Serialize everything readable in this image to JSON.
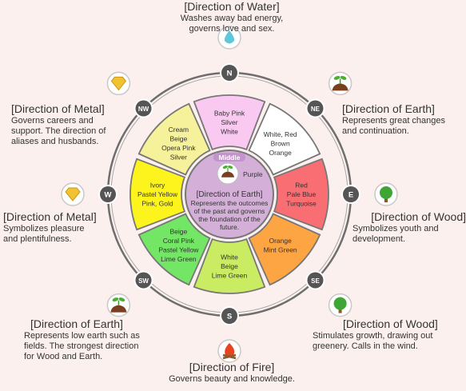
{
  "center": {
    "badge": "Middle",
    "color_name": "Purple",
    "title": "[Direction of Earth]",
    "text": "Represents the outcomes of the past and governs the foundation of the future."
  },
  "directions": [
    {
      "id": "n",
      "abbr": "N",
      "colors": "Baby Pink\nSilver\nWhite",
      "fill": "#f9c9f2",
      "icon": "water-drop-icon",
      "title": "[Direction of Water]",
      "text": "Washes away bad energy,\ngoverns love and sex."
    },
    {
      "id": "ne",
      "abbr": "NE",
      "colors": "White, Red\nBrown\nOrange",
      "fill": "#ffffff",
      "icon": "earth-sprout-icon",
      "title": "[Direction of Earth]",
      "text": "Represents great changes\nand continuation."
    },
    {
      "id": "e",
      "abbr": "E",
      "colors": "Red\nPale Blue\nTurquoise",
      "fill": "#f86e72",
      "icon": "tree-icon",
      "title": "[Direction of Wood]",
      "text": "Symbolizes youth and\ndevelopment."
    },
    {
      "id": "se",
      "abbr": "SE",
      "colors": "Orange\nMint Green",
      "fill": "#fda543",
      "icon": "tree-icon",
      "title": "[Direction of Wood]",
      "text": "Stimulates growth, drawing out\ngreenery. Calls in the wind."
    },
    {
      "id": "s",
      "abbr": "S",
      "colors": "White\nBeige\nLime Green",
      "fill": "#c9ec62",
      "icon": "fire-icon",
      "title": "[Direction of Fire]",
      "text": "Governs beauty and knowledge."
    },
    {
      "id": "sw",
      "abbr": "SW",
      "colors": "Beige\nCoral Pink\nPastel Yellow\nLime Green",
      "fill": "#73e665",
      "icon": "earth-sprout-icon",
      "title": "[Direction of Earth]",
      "text": "Represents low earth such as\nfields. The strongest direction\nfor Wood and Earth."
    },
    {
      "id": "w",
      "abbr": "W",
      "colors": "Ivory\nPastel Yellow\nPink, Gold",
      "fill": "#fef41d",
      "icon": "diamond-icon",
      "title": "[Direction of Metal]",
      "text": "Symbolizes pleasure\nand plentifulness."
    },
    {
      "id": "nw",
      "abbr": "NW",
      "colors": "Cream\nBeige\nOpera Pink\nSilver",
      "fill": "#f6f19b",
      "icon": "diamond-icon",
      "title": "[Direction of Metal]",
      "text": "Governs careers and\nsupport. The direction of\naliases and husbands."
    }
  ]
}
